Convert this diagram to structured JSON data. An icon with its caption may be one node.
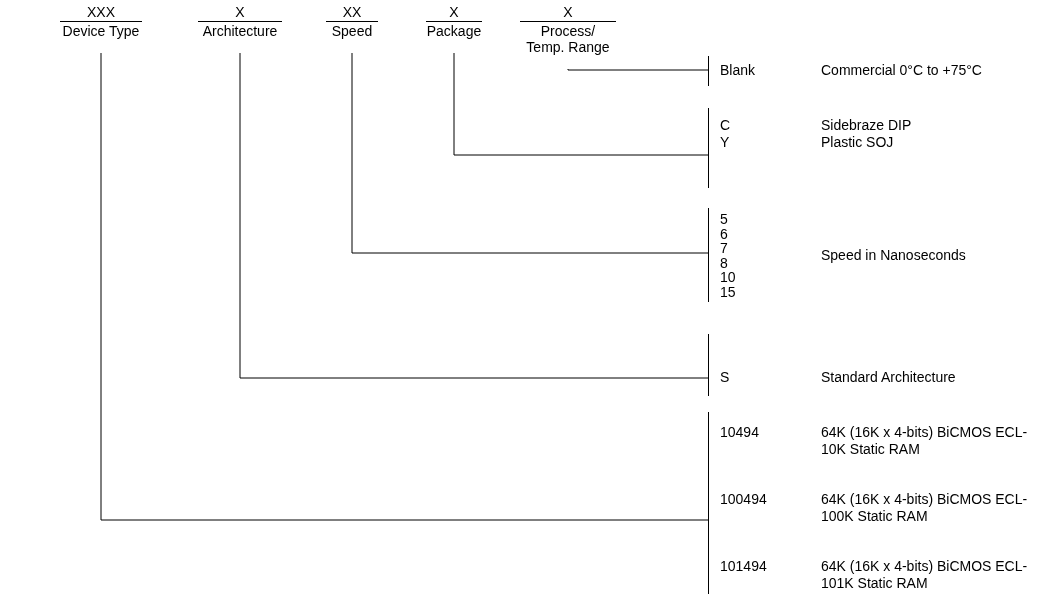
{
  "diagram": {
    "nodes": [
      {
        "text": [
          "XXX",
          "Device Type"
        ]
      },
      {
        "text": [
          "X",
          "Architecture"
        ]
      },
      {
        "text": [
          "XX",
          "Speed"
        ]
      },
      {
        "text": [
          "X",
          "Package"
        ]
      },
      {
        "text": [
          "X",
          "Process/ Temp. Range"
        ]
      },
      {
        "text": [
          "Blank",
          "Commercial 0°C to +75°C"
        ]
      },
      {
        "text": [
          "C",
          "Sidebraze DIP",
          "Y",
          "Plastic SOJ"
        ]
      },
      {
        "text": [
          "5",
          "6",
          "7",
          "8",
          "10",
          "15",
          "Speed in Nanoseconds"
        ]
      },
      {
        "text": [
          "S",
          "Standard Architecture"
        ]
      },
      {
        "text": [
          "10494",
          "64K (16K x 4-bits) BiCMOS ECL-10K Static RAM",
          "100494",
          "64K (16K x 4-bits) BiCMOS ECL-100K Static RAM",
          "101494",
          "64K (16K x 4-bits) BiCMOS ECL-101K Static RAM"
        ]
      }
    ],
    "edges": [
      {
        "from": 4,
        "to": 5,
        "arrow": "none"
      },
      {
        "from": 3,
        "to": 6,
        "arrow": "none"
      },
      {
        "from": 2,
        "to": 7,
        "arrow": "none"
      },
      {
        "from": 1,
        "to": 8,
        "arrow": "none"
      },
      {
        "from": 0,
        "to": 9,
        "arrow": "none"
      }
    ]
  }
}
